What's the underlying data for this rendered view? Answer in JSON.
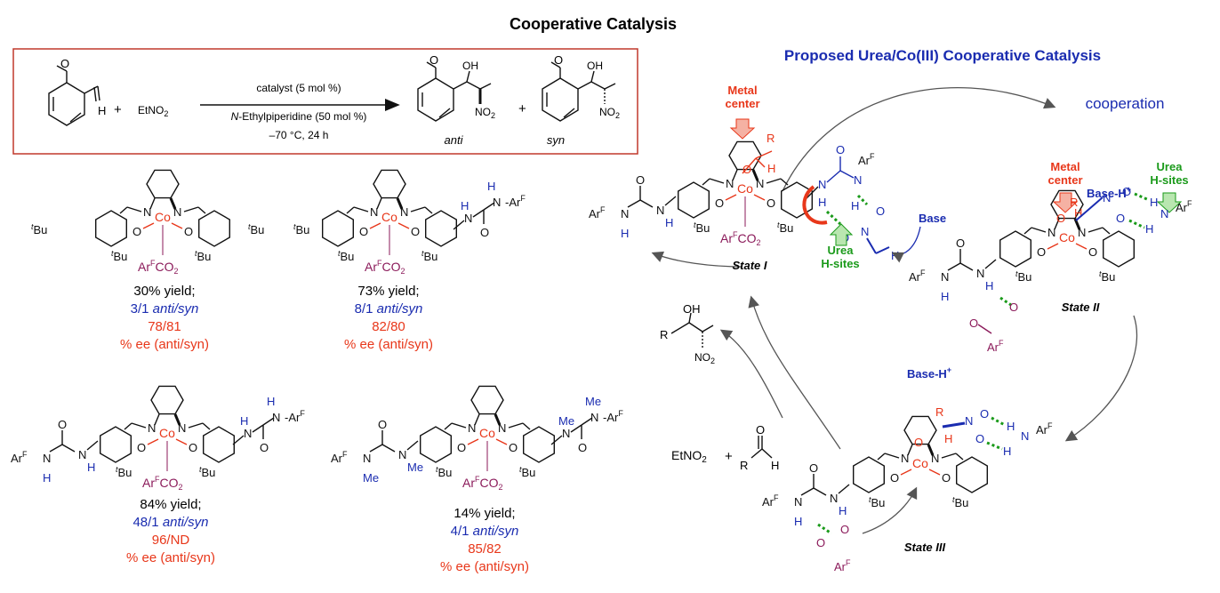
{
  "title": "Cooperative Catalysis",
  "cycle_title": "Proposed Urea/Co(III) Cooperative Catalysis",
  "colors": {
    "black": "#111111",
    "red": "#e8371a",
    "blue": "#1a2cb0",
    "green": "#1a9a1a",
    "purple": "#8b1a5a",
    "box": "#c0392b"
  },
  "reaction": {
    "reagent": "EtNO",
    "reagent_sub": "2",
    "plus": "+",
    "aldehyde_H": "H",
    "methoxy": "O",
    "cond_1": "catalyst (5 mol %)",
    "cond_2_italic": "N",
    "cond_2_rest": "-Ethylpiperidine (50 mol %)",
    "cond_3": "–70 °C, 24 h",
    "oh": "OH",
    "no2": "NO",
    "no2_sub": "2",
    "anti": "anti",
    "syn": "syn"
  },
  "catalysts": [
    {
      "yield": "30% yield;",
      "ratio": "3/1",
      "ratio_label": "anti/syn",
      "ee": "78/81",
      "ee_label": "% ee (anti/syn)"
    },
    {
      "yield": "73% yield;",
      "ratio": "8/1",
      "ratio_label": "anti/syn",
      "ee": "82/80",
      "ee_label": "% ee (anti/syn)"
    },
    {
      "yield": "84% yield;",
      "ratio": "48/1",
      "ratio_label": "anti/syn",
      "ee": "96/ND",
      "ee_label": "% ee (anti/syn)"
    },
    {
      "yield": "14% yield;",
      "ratio": "4/1",
      "ratio_label": "anti/syn",
      "ee": "85/82",
      "ee_label": "% ee (anti/syn)"
    }
  ],
  "atoms": {
    "co": "Co",
    "n": "N",
    "o": "O",
    "h": "H",
    "tbu": "Bu",
    "t": "t",
    "arf": "Ar",
    "f": "F",
    "co2": "CO",
    "me": "Me",
    "r": "R"
  },
  "cycle": {
    "cooperation": "cooperation",
    "metal_center": "Metal center",
    "urea_hsites": "Urea H-sites",
    "base": "Base",
    "base_h": "Base-H",
    "state_1": "State I",
    "state_2": "State II",
    "state_3": "State III",
    "product_oh": "OH",
    "product_r": "R",
    "product_no2": "NO",
    "reagents": "EtNO",
    "plus": "+"
  }
}
